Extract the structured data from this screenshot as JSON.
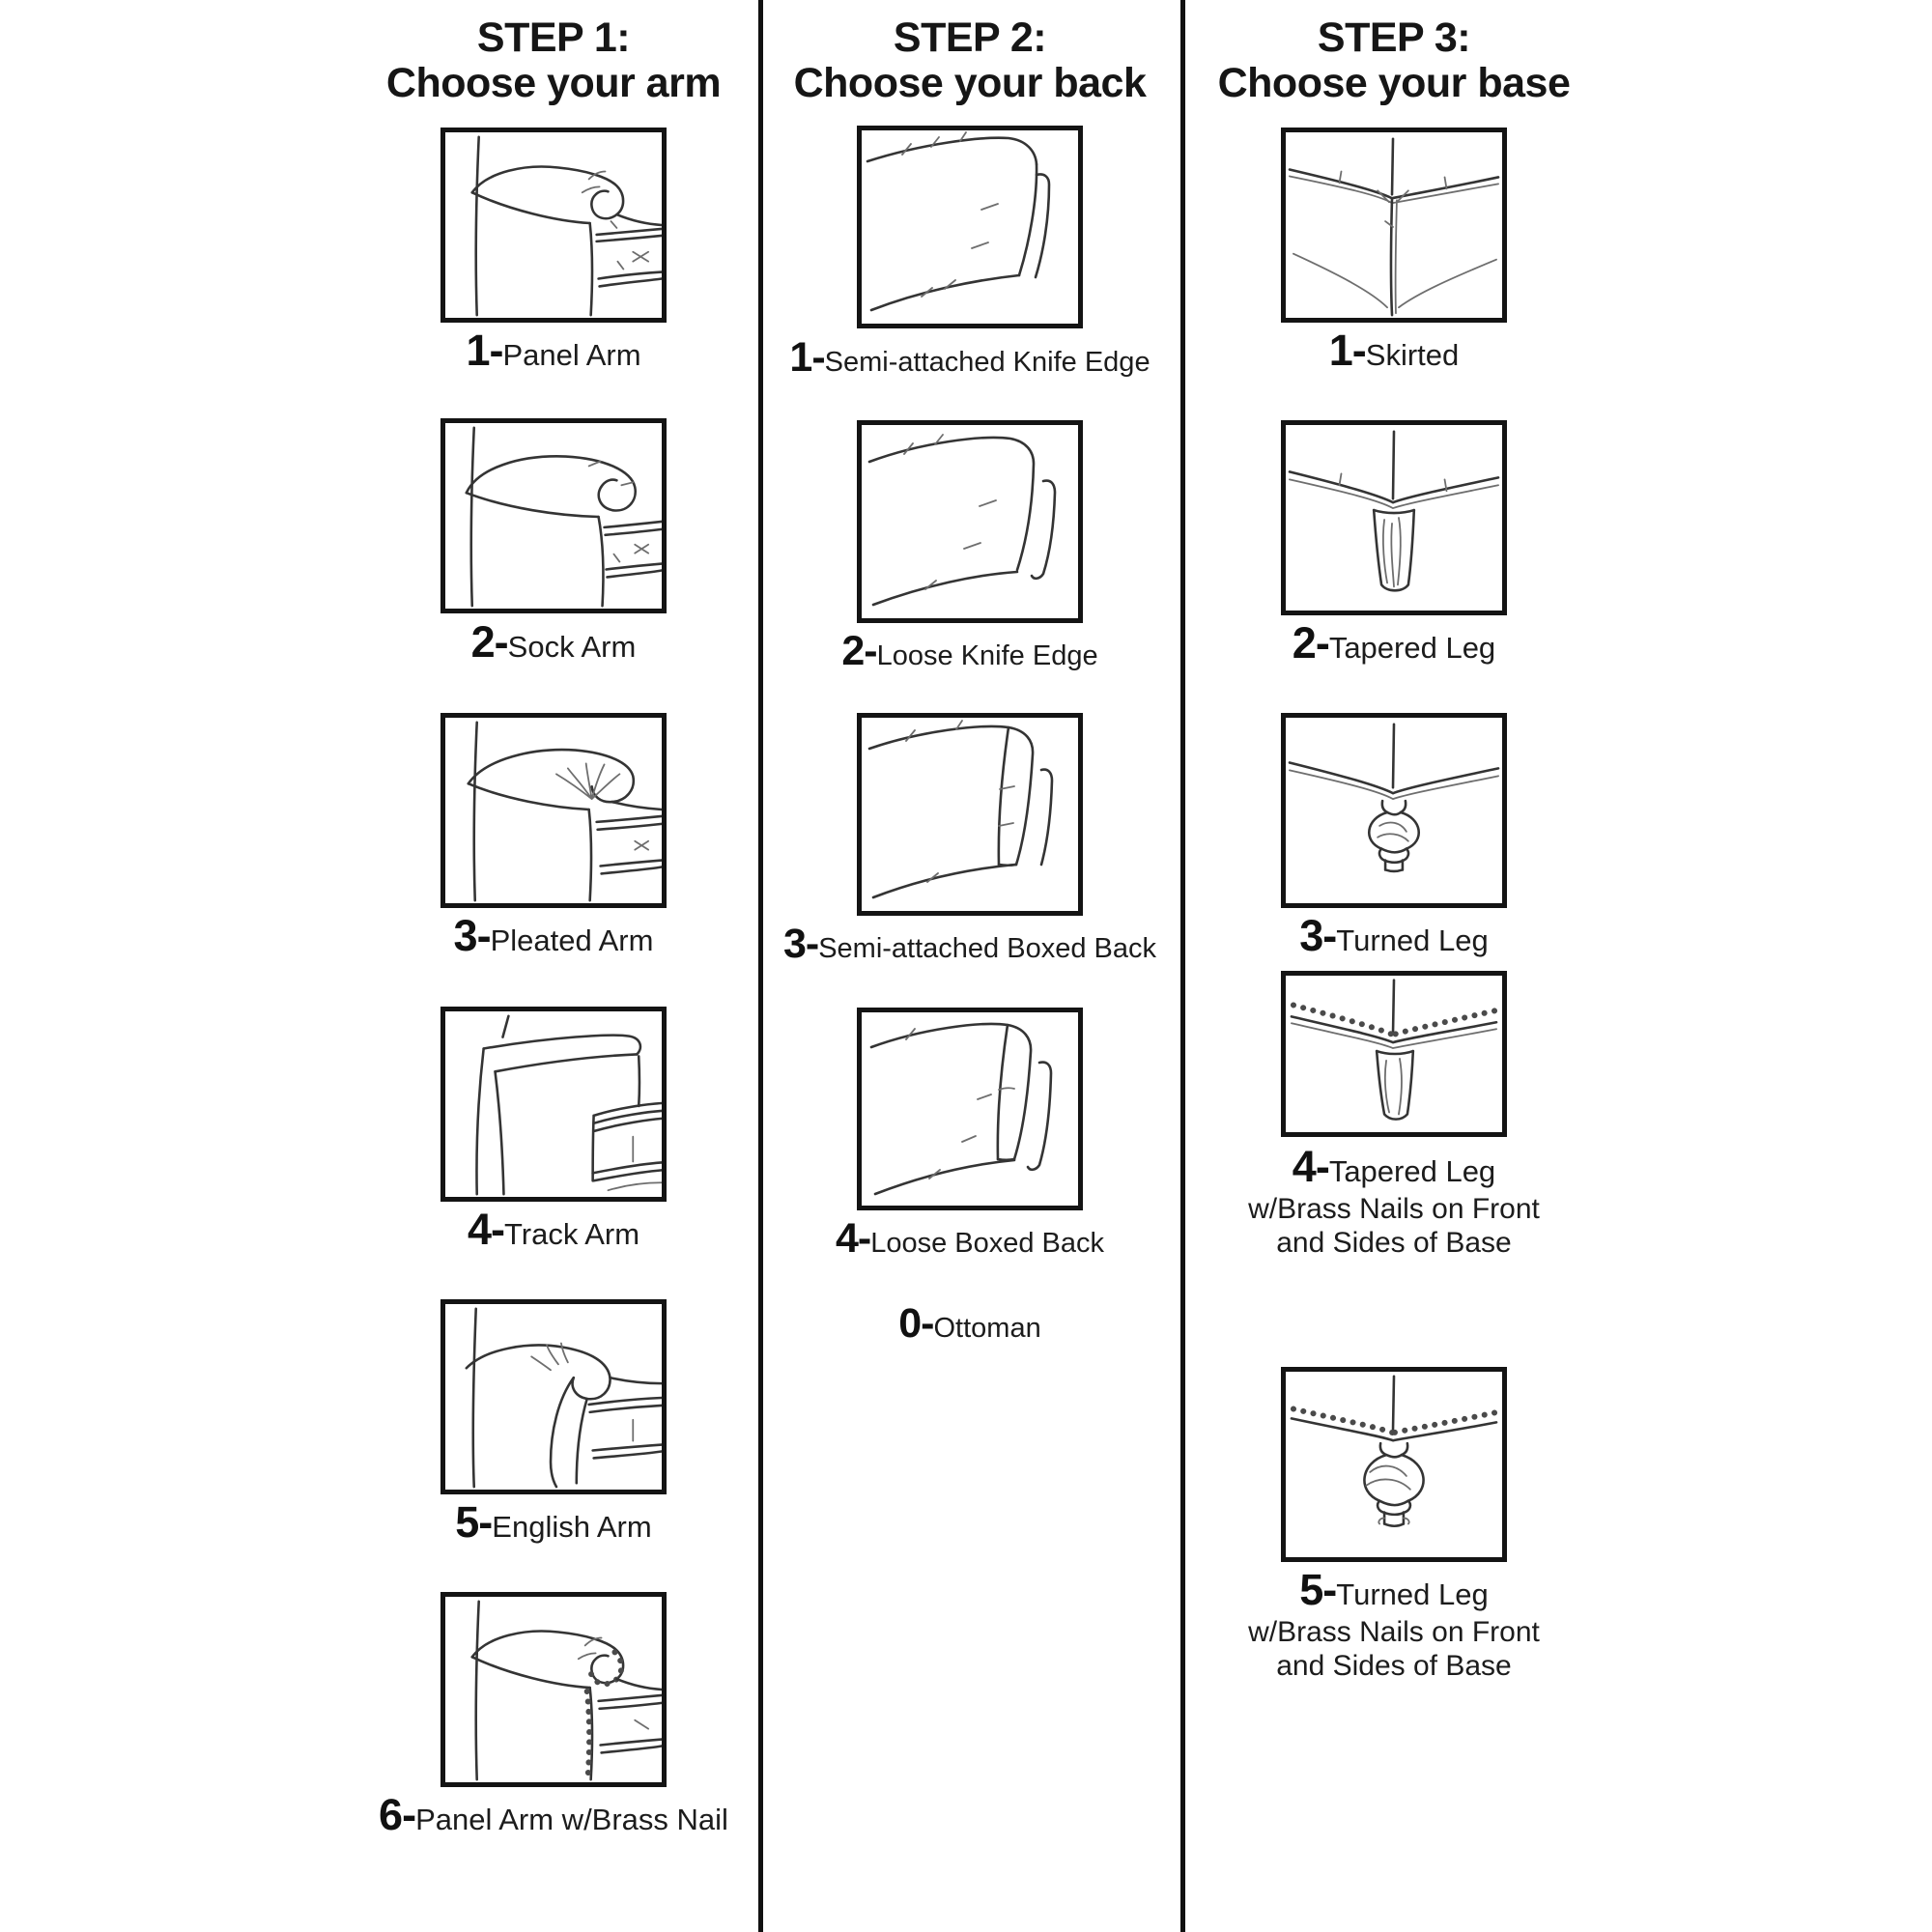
{
  "page": {
    "background_color": "#ffffff",
    "ink_color": "#191919",
    "divider_color": "#111111"
  },
  "columns": [
    {
      "id": "arm",
      "header_line1": "STEP 1:",
      "header_line2": "Choose your arm",
      "items": [
        {
          "number": "1-",
          "label": "Panel Arm",
          "icon": "panel-arm-illustration"
        },
        {
          "number": "2-",
          "label": "Sock Arm",
          "icon": "sock-arm-illustration"
        },
        {
          "number": "3-",
          "label": "Pleated Arm",
          "icon": "pleated-arm-illustration"
        },
        {
          "number": "4-",
          "label": "Track Arm",
          "icon": "track-arm-illustration"
        },
        {
          "number": "5-",
          "label": "English Arm",
          "icon": "english-arm-illustration"
        },
        {
          "number": "6-",
          "label": "Panel Arm w/Brass Nail",
          "icon": "panel-arm-brass-nail-illustration"
        }
      ]
    },
    {
      "id": "back",
      "header_line1": "STEP 2:",
      "header_line2": "Choose your back",
      "items": [
        {
          "number": "1-",
          "label": "Semi-attached Knife Edge",
          "icon": "semi-attached-knife-edge-illustration"
        },
        {
          "number": "2-",
          "label": "Loose Knife Edge",
          "icon": "loose-knife-edge-illustration"
        },
        {
          "number": "3-",
          "label": "Semi-attached Boxed Back",
          "icon": "semi-attached-boxed-back-illustration"
        },
        {
          "number": "4-",
          "label": "Loose Boxed Back",
          "icon": "loose-boxed-back-illustration"
        },
        {
          "number": "0-",
          "label": "Ottoman",
          "icon": null
        }
      ]
    },
    {
      "id": "base",
      "header_line1": "STEP 3:",
      "header_line2": "Choose your base",
      "items": [
        {
          "number": "1-",
          "label": "Skirted",
          "icon": "skirted-base-illustration"
        },
        {
          "number": "2-",
          "label": "Tapered Leg",
          "icon": "tapered-leg-illustration"
        },
        {
          "number": "3-",
          "label": "Turned Leg",
          "icon": "turned-leg-illustration"
        },
        {
          "number": "4-",
          "label": "Tapered Leg",
          "sublabel1": "w/Brass Nails on Front",
          "sublabel2": "and Sides of Base",
          "icon": "tapered-leg-brass-nails-illustration"
        },
        {
          "number": "5-",
          "label": "Turned Leg",
          "sublabel1": "w/Brass Nails on Front",
          "sublabel2": "and Sides of Base",
          "icon": "turned-leg-brass-nails-illustration"
        }
      ]
    }
  ]
}
